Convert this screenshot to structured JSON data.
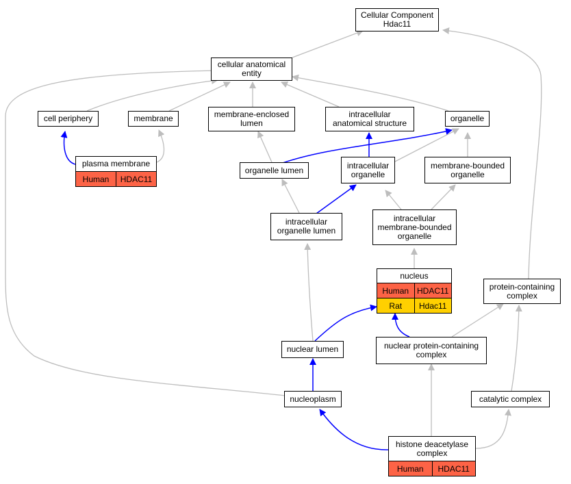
{
  "colors": {
    "is_a_edge": "#bdbdbd",
    "part_of_edge": "#0000ff",
    "human_row": "#fd6346",
    "rat_row": "#ffd000"
  },
  "nodes": {
    "cellular_component": {
      "label": "Cellular Component\nHdac11"
    },
    "cellular_anatomical_entity": {
      "label": "cellular anatomical\nentity"
    },
    "cell_periphery": {
      "label": "cell periphery"
    },
    "membrane": {
      "label": "membrane"
    },
    "membrane_enclosed_lumen": {
      "label": "membrane-enclosed\nlumen"
    },
    "intracellular_anatomical_structure": {
      "label": "intracellular\nanatomical structure"
    },
    "organelle": {
      "label": "organelle"
    },
    "plasma_membrane": {
      "label": "plasma membrane",
      "annotations": [
        {
          "species": "Human",
          "gene": "HDAC11"
        }
      ]
    },
    "organelle_lumen": {
      "label": "organelle lumen"
    },
    "intracellular_organelle": {
      "label": "intracellular\norganelle"
    },
    "membrane_bounded_organelle": {
      "label": "membrane-bounded\norganelle"
    },
    "intracellular_organelle_lumen": {
      "label": "intracellular\norganelle lumen"
    },
    "intracellular_membrane_bounded_organelle": {
      "label": "intracellular\nmembrane-bounded\norganelle"
    },
    "nucleus": {
      "label": "nucleus",
      "annotations": [
        {
          "species": "Human",
          "gene": "HDAC11"
        },
        {
          "species": "Rat",
          "gene": "Hdac11"
        }
      ]
    },
    "protein_containing_complex": {
      "label": "protein-containing\ncomplex"
    },
    "nuclear_lumen": {
      "label": "nuclear lumen"
    },
    "nuclear_protein_containing_complex": {
      "label": "nuclear protein-containing\ncomplex"
    },
    "nucleoplasm": {
      "label": "nucleoplasm"
    },
    "catalytic_complex": {
      "label": "catalytic complex"
    },
    "histone_deacetylase_complex": {
      "label": "histone deacetylase\ncomplex",
      "annotations": [
        {
          "species": "Human",
          "gene": "HDAC11"
        }
      ]
    }
  }
}
